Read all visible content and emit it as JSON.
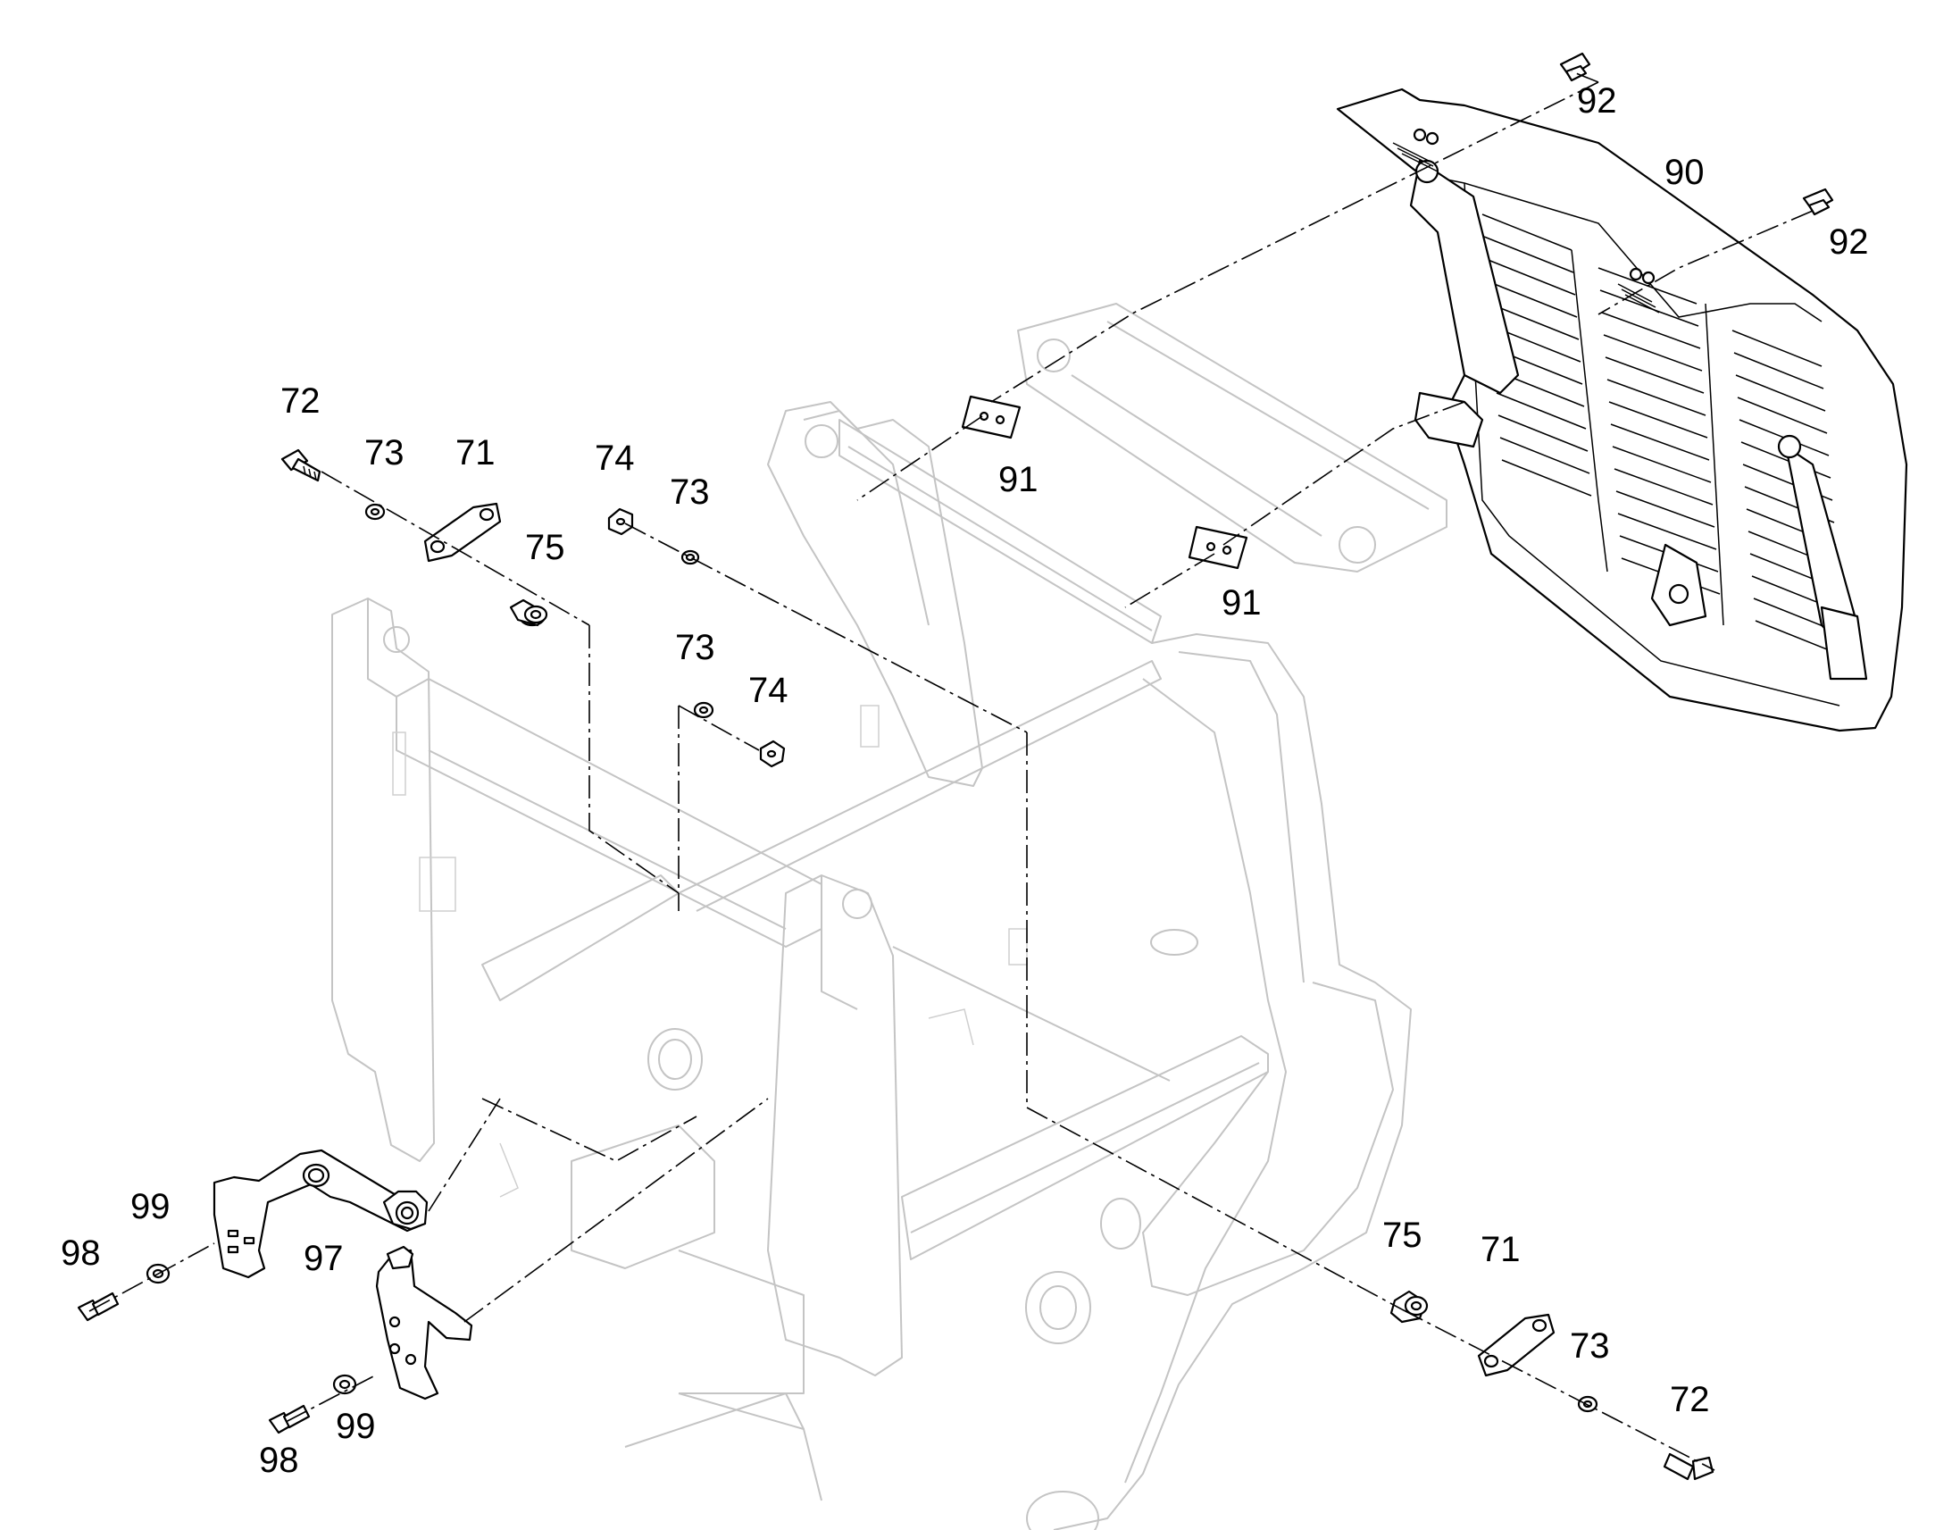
{
  "callouts": {
    "c71a": "71",
    "c71b": "71",
    "c72a": "72",
    "c72b": "72",
    "c73a": "73",
    "c73b": "73",
    "c73c": "73",
    "c73d": "73",
    "c74a": "74",
    "c74b": "74",
    "c75a": "75",
    "c75b": "75",
    "c90": "90",
    "c91a": "91",
    "c91b": "91",
    "c92a": "92",
    "c92b": "92",
    "c97": "97",
    "c98a": "98",
    "c98b": "98",
    "c99a": "99",
    "c99b": "99"
  }
}
